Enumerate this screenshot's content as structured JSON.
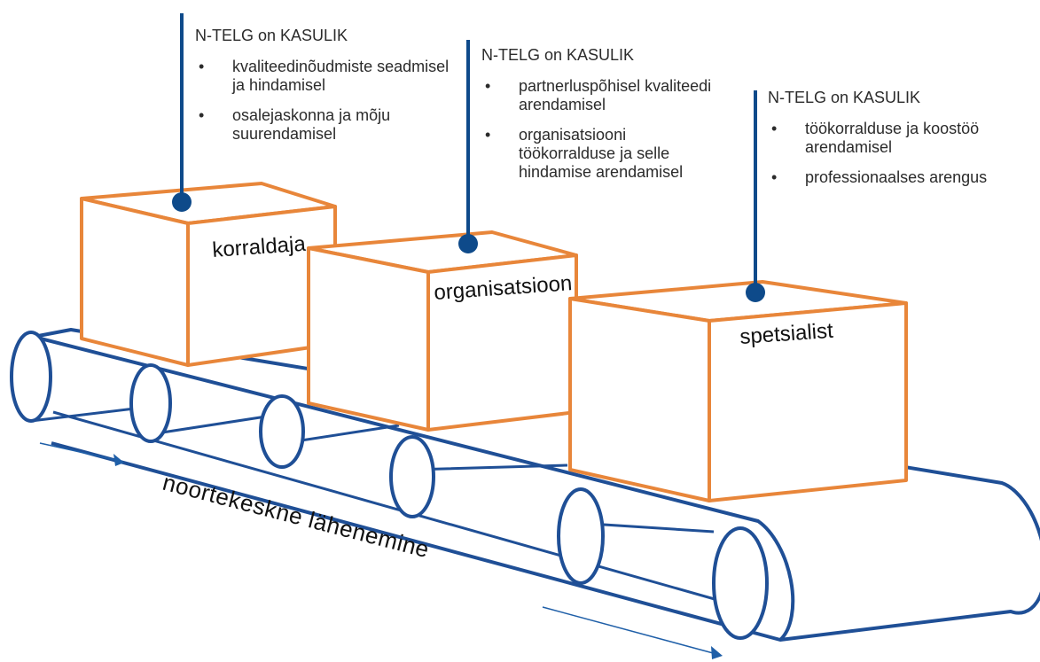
{
  "colors": {
    "belt": "#1f4f96",
    "box": "#e8863a",
    "pole": "#0e4a8a",
    "text": "#2b2b2b"
  },
  "belt_label": "noortekeskne lähenemine",
  "boxes": [
    {
      "label": "korraldaja",
      "callout": {
        "heading": "N-TELG on KASULIK",
        "items": [
          "kvaliteedinõudmiste seadmisel ja hindamisel",
          "osalejaskonna ja mõju suurendamisel"
        ]
      }
    },
    {
      "label": "organisatsioon",
      "callout": {
        "heading": "N-TELG on KASULIK",
        "items": [
          "partnerluspõhisel kvaliteedi arendamisel",
          "organisatsiooni töökorralduse ja selle hindamise arendamisel"
        ]
      }
    },
    {
      "label": "spetsialist",
      "callout": {
        "heading": "N-TELG on KASULIK",
        "items": [
          "töökorralduse ja koostöö arendamisel",
          "professionaalses arengus"
        ]
      }
    }
  ],
  "bullet_char": "•"
}
